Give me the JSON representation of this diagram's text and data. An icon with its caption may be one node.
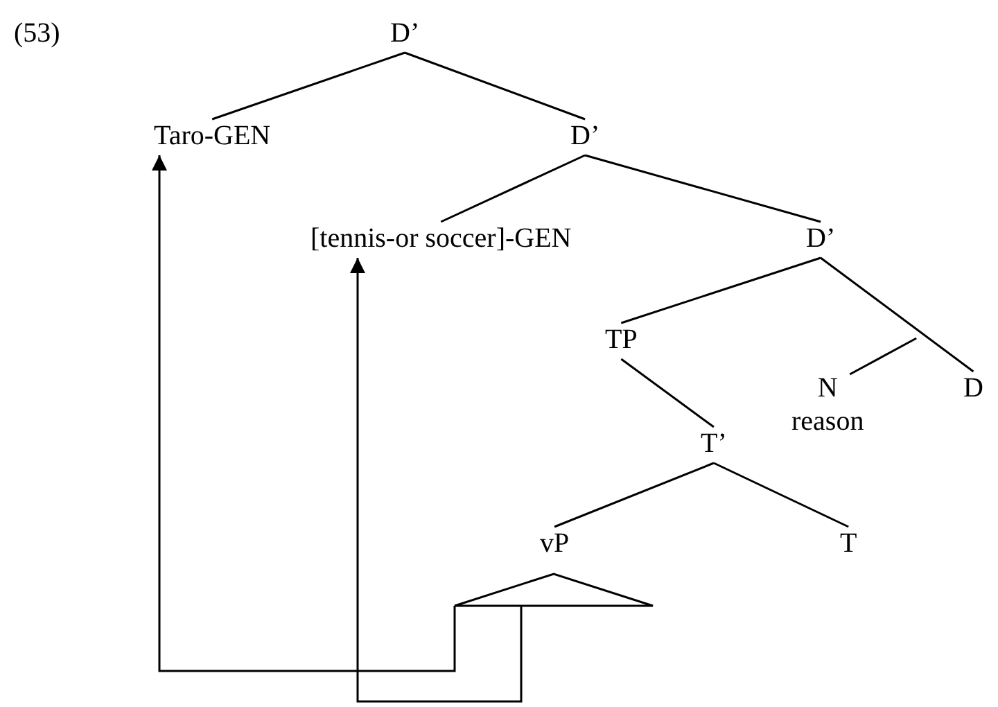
{
  "diagram": {
    "nodes": [
      {
        "text": [
          "D’"
        ]
      },
      {
        "text": [
          "Taro-GEN"
        ]
      },
      {
        "text": [
          "D’"
        ]
      },
      {
        "text": [
          "[tennis-or soccer]-GEN"
        ]
      },
      {
        "text": [
          "D’"
        ]
      },
      {
        "text": [
          "TP"
        ]
      },
      {
        "text": [
          "N",
          "reason"
        ]
      },
      {
        "text": [
          "D"
        ]
      },
      {
        "text": [
          "T’"
        ]
      },
      {
        "text": [
          "vP"
        ]
      },
      {
        "text": [
          "T"
        ]
      },
      {
        "text": [],
        "shape": "triangle"
      }
    ],
    "edges": [
      {
        "from": 0,
        "to": 1,
        "arrow": "none"
      },
      {
        "from": 0,
        "to": 2,
        "arrow": "none"
      },
      {
        "from": 2,
        "to": 3,
        "arrow": "none"
      },
      {
        "from": 2,
        "to": 4,
        "arrow": "none"
      },
      {
        "from": 4,
        "to": 5,
        "arrow": "none"
      },
      {
        "from": 4,
        "to": 7,
        "arrow": "none"
      },
      {
        "from": 6,
        "to": null,
        "arrow": "none"
      },
      {
        "from": 5,
        "to": 8,
        "arrow": "none"
      },
      {
        "from": 8,
        "to": 9,
        "arrow": "none"
      },
      {
        "from": 8,
        "to": 10,
        "arrow": "none"
      },
      {
        "from": 11,
        "to": 1,
        "arrow": "to"
      },
      {
        "from": 11,
        "to": 3,
        "arrow": "to"
      }
    ],
    "labels": [
      "(53)"
    ]
  }
}
